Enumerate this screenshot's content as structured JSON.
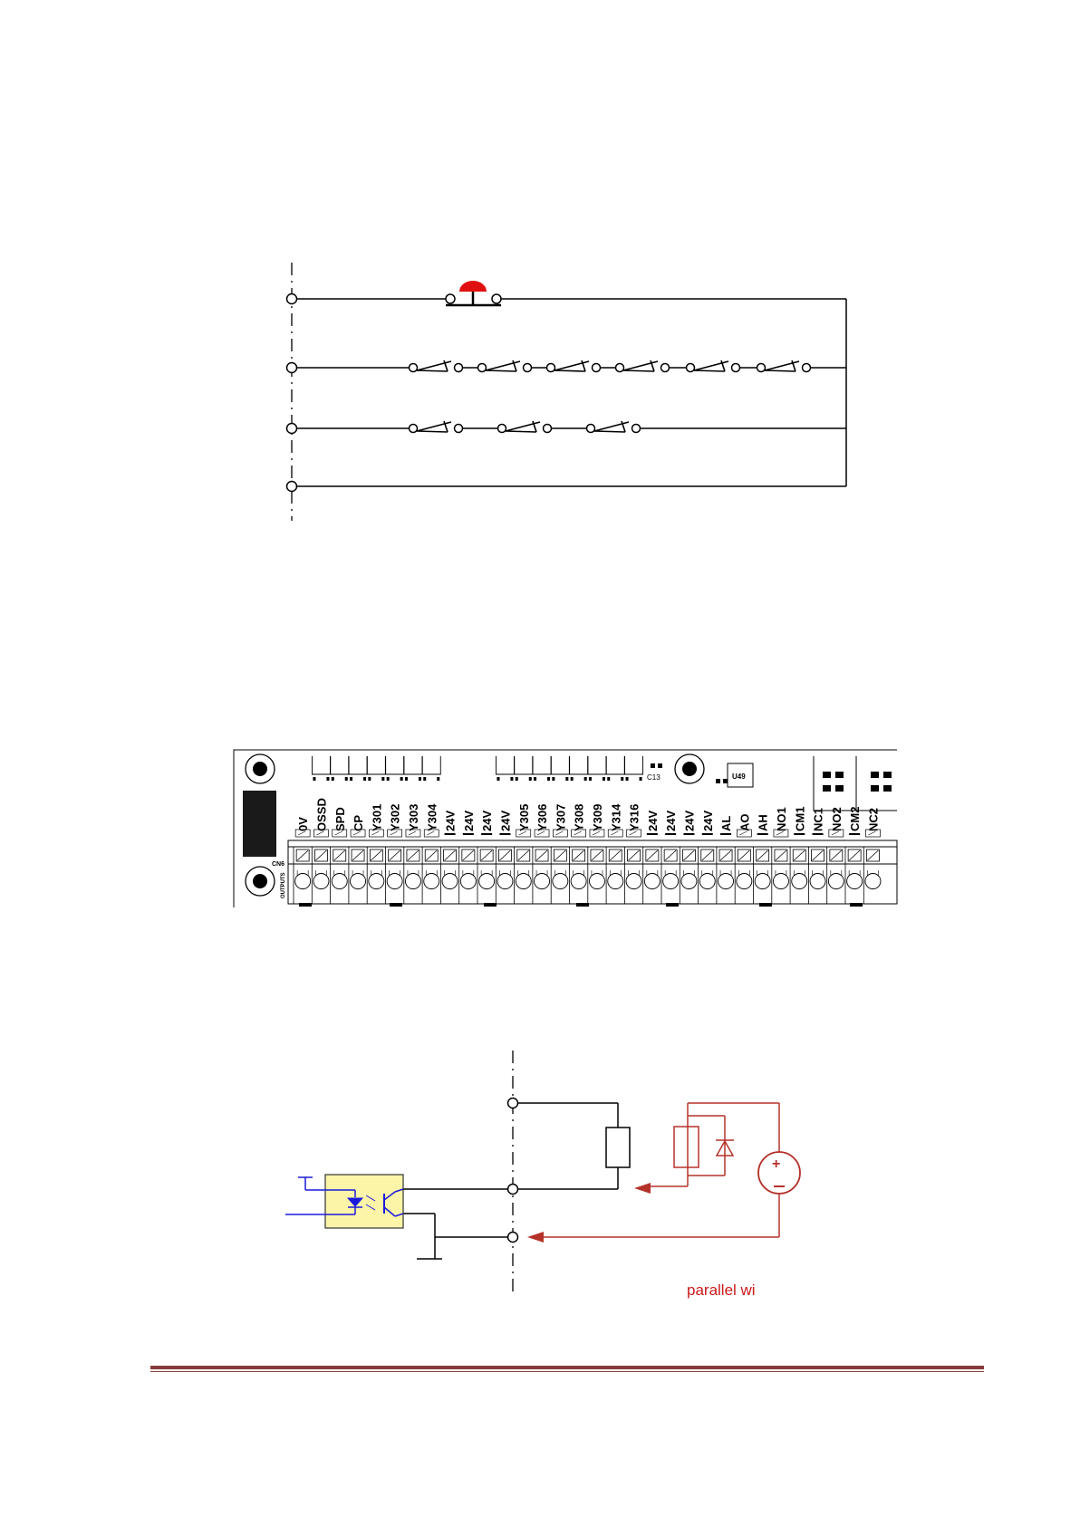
{
  "terminal_block": {
    "labels": [
      "0V",
      "OSSD",
      "SPD",
      "CP",
      "Y301",
      "Y302",
      "Y303",
      "Y304",
      "24V",
      "24V",
      "24V",
      "24V",
      "Y305",
      "Y306",
      "Y307",
      "Y308",
      "Y309",
      "Y314",
      "Y316",
      "24V",
      "24V",
      "24V",
      "24V",
      "AL",
      "AO",
      "AH",
      "NO1",
      "CM1",
      "NC1",
      "NO2",
      "CM2",
      "NC2"
    ],
    "connector_name": "CN6",
    "connector_caption": "OUTPUTS",
    "chip_name": "U49",
    "component_label": "C13"
  },
  "output_circuit": {
    "note": "parallel wi",
    "source_color": "#b5322a",
    "opto_color": "#1a1adc",
    "opto_fill": "#fcf5a8"
  },
  "estop_color": "#e01010",
  "footer_rule_color": "#8a3a3a"
}
